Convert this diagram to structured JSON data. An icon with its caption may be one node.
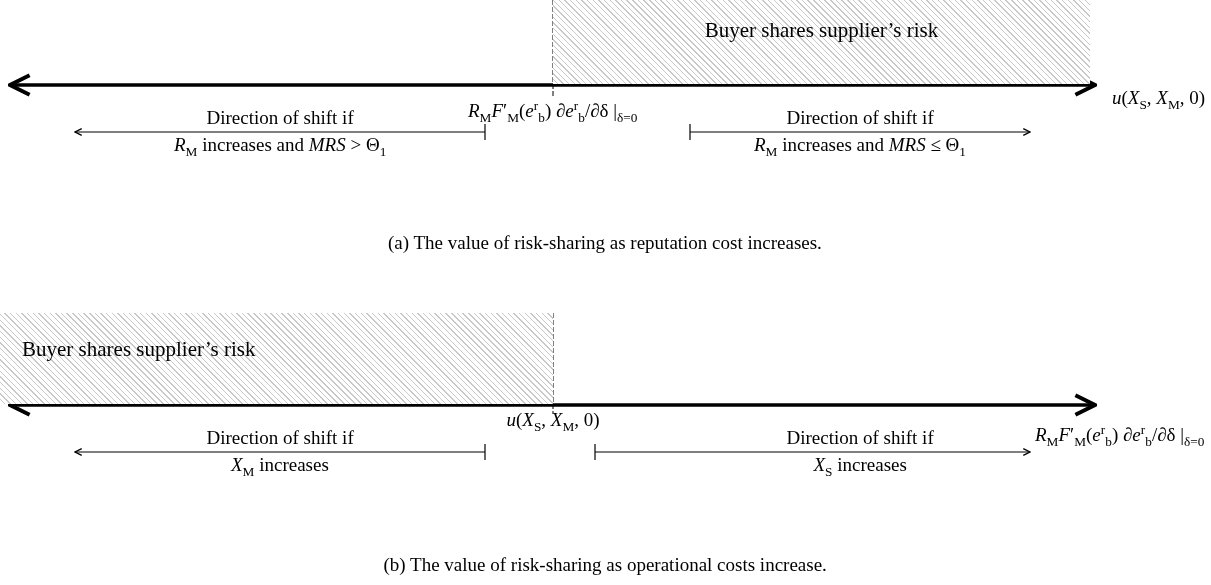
{
  "diagram": {
    "nodes": [
      {
        "text": [
          "Buyer shares supplier’s risk"
        ]
      },
      {
        "text": [
          "Buyer shares supplier’s risk"
        ]
      }
    ],
    "labels": [
      "*R*$_{M}$*F*′$_{M}$(*e*$^{r}$$_{b}$) ∂*e*$^{r}$$_{b}$/∂δ |$_{δ=0}$",
      "*u*(*X*$_{S}$, *X*$_{M}$, 0)",
      "Direction of shift if",
      "*R*$_{M}$ increases and *MRS* > Θ$_{1}$",
      "Direction of shift if",
      "*R*$_{M}$ increases and *MRS* ≤ Θ$_{1}$",
      "(a) The value of risk-sharing as reputation cost increases.",
      "*u*(*X*$_{S}$, *X*$_{M}$, 0)",
      "*R*$_{M}$*F*′$_{M}$(*e*$^{r}$$_{b}$) ∂*e*$^{r}$$_{b}$/∂δ |$_{δ=0}$",
      "Direction of shift if",
      "*X*$_{M}$ increases",
      "Direction of shift if",
      "*X*$_{S}$ increases",
      "(b) The value of risk-sharing as operational costs increase."
    ]
  }
}
